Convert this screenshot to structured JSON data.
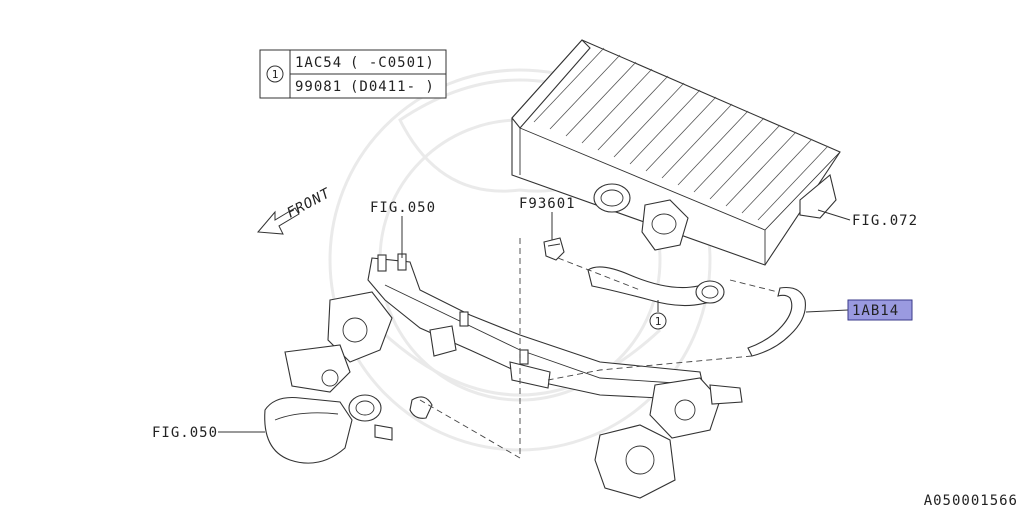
{
  "parts_table": {
    "ref": "1",
    "rows": [
      {
        "part_no": "1AC54",
        "range": "( -C0501)"
      },
      {
        "part_no": "99081",
        "range": "(D0411- )"
      }
    ]
  },
  "labels": {
    "front": "FRONT",
    "fig050_top": "FIG.050",
    "fig050_left": "FIG.050",
    "f93601": "F93601",
    "fig072": "FIG.072",
    "highlight_part": "1AB14",
    "callout_ref": "1"
  },
  "diagram_id": "A050001566",
  "colors": {
    "highlight_fill": "#9a9ae0",
    "highlight_border": "#3a3a8a",
    "line": "#333333"
  }
}
